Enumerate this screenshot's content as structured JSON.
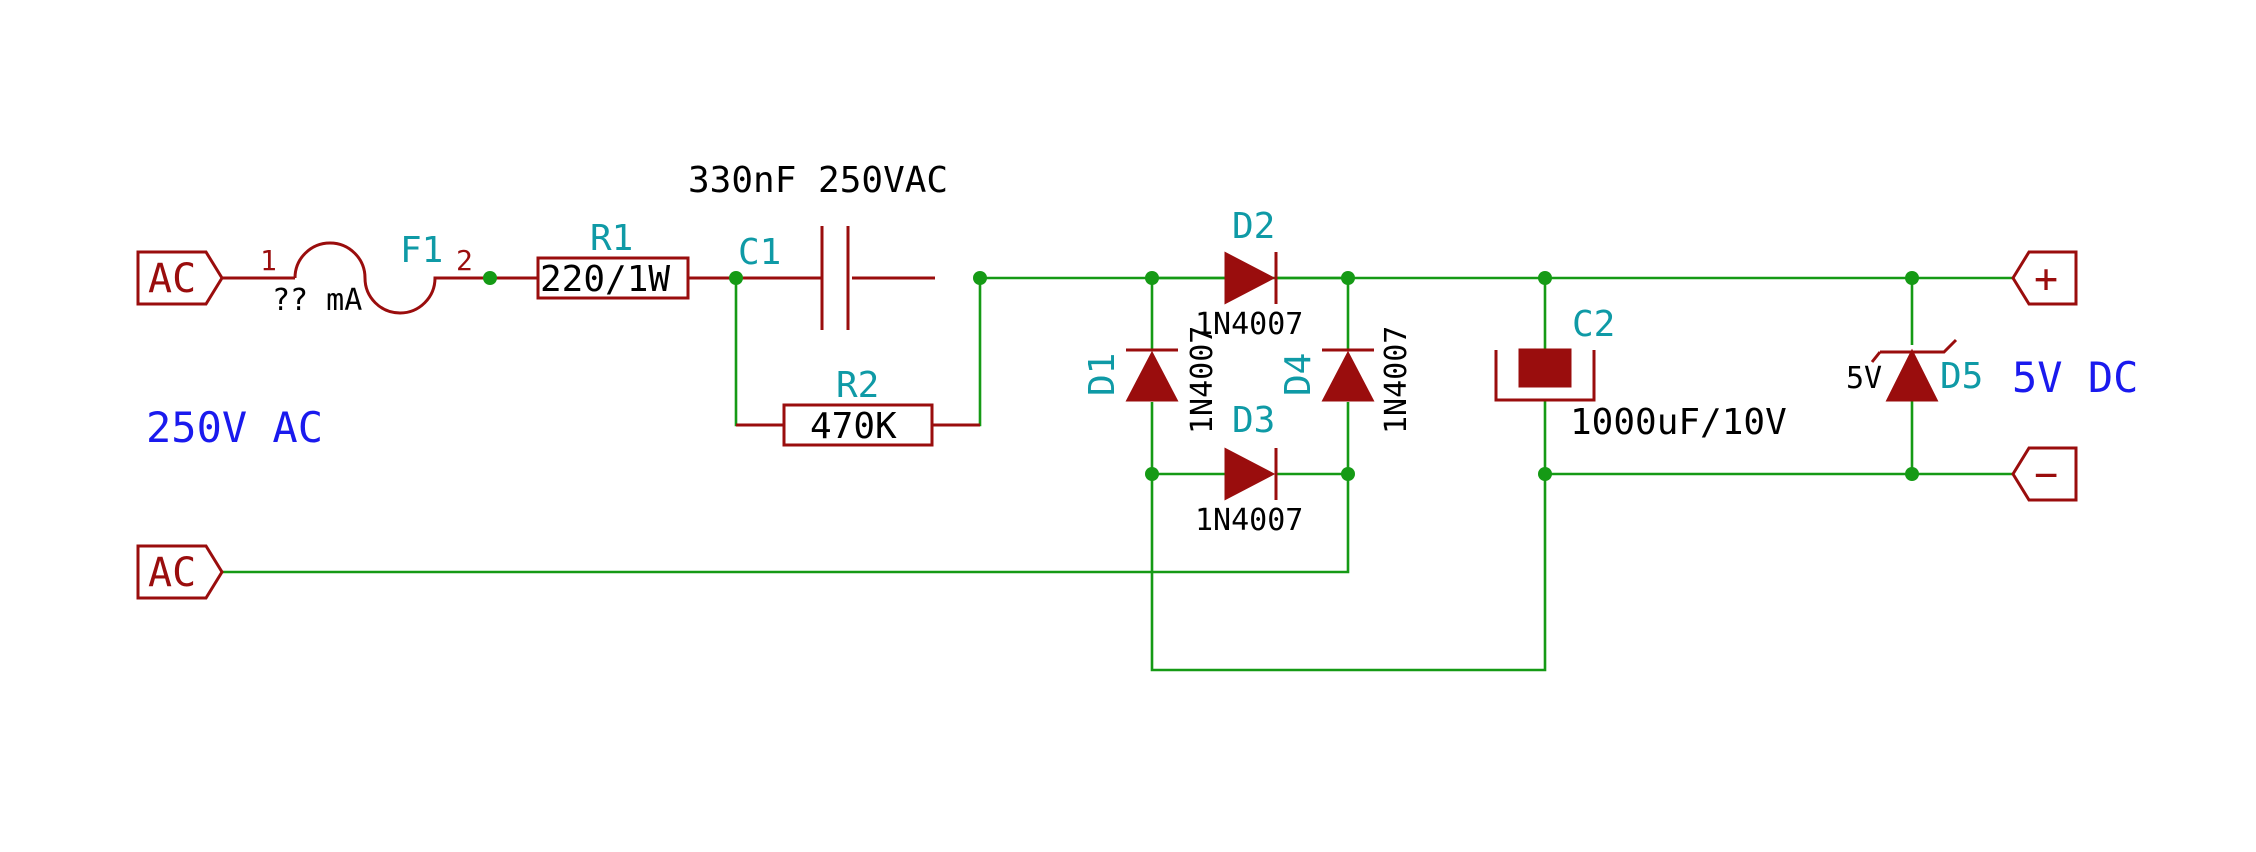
{
  "notes": {
    "input": "250V AC",
    "output": "5V DC"
  },
  "ports": {
    "ac1": "AC",
    "ac2": "AC",
    "plus": "+",
    "minus": "−"
  },
  "fuse": {
    "ref": "F1",
    "value": "?? mA",
    "pin1": "1",
    "pin2": "2"
  },
  "resistors": {
    "r1": {
      "ref": "R1",
      "value": "220/1W"
    },
    "r2": {
      "ref": "R2",
      "value": "470K"
    }
  },
  "capacitors": {
    "c1": {
      "ref": "C1",
      "value": "330nF 250VAC"
    },
    "c2": {
      "ref": "C2",
      "value": "1000uF/10V"
    }
  },
  "diodes": {
    "d1": {
      "ref": "D1",
      "value": "1N4007"
    },
    "d2": {
      "ref": "D2",
      "value": "1N4007"
    },
    "d3": {
      "ref": "D3",
      "value": "1N4007"
    },
    "d4": {
      "ref": "D4",
      "value": "1N4007"
    },
    "d5": {
      "ref": "D5",
      "value": "5V"
    }
  },
  "colors": {
    "wire": "#159a15",
    "component": "#9a0d0d",
    "reference": "#0f9aa6",
    "note": "#1a1aee"
  }
}
